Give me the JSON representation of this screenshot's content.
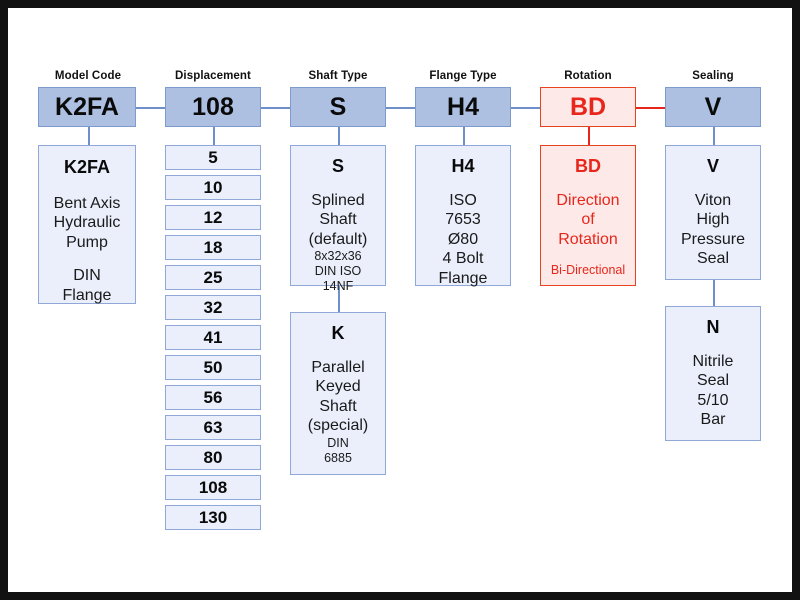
{
  "diagram": {
    "title_visible": false,
    "colors": {
      "header_fill": "#adc0e2",
      "header_border": "#7e9bcd",
      "box_fill": "#eaeffb",
      "box_border": "#8fa8d8",
      "connector": "#6f8fcb",
      "accent_red": "#e8271c",
      "accent_red_fill": "#fdeae8",
      "accent_red_border": "#e8431f",
      "frame": "#111111"
    },
    "columns": [
      {
        "id": "model-code",
        "title": "Model Code",
        "selected_code": "K2FA",
        "options": [
          {
            "code": "K2FA",
            "desc_lines": [
              "Bent Axis",
              "Hydraulic",
              "Pump"
            ],
            "extra_lines": [
              "DIN",
              "Flange"
            ],
            "fine_lines": []
          }
        ]
      },
      {
        "id": "displacement",
        "title": "Displacement",
        "selected_code": "108",
        "options": [
          {
            "code": "5",
            "desc_lines": [],
            "extra_lines": [],
            "fine_lines": []
          },
          {
            "code": "10",
            "desc_lines": [],
            "extra_lines": [],
            "fine_lines": []
          },
          {
            "code": "12",
            "desc_lines": [],
            "extra_lines": [],
            "fine_lines": []
          },
          {
            "code": "18",
            "desc_lines": [],
            "extra_lines": [],
            "fine_lines": []
          },
          {
            "code": "25",
            "desc_lines": [],
            "extra_lines": [],
            "fine_lines": []
          },
          {
            "code": "32",
            "desc_lines": [],
            "extra_lines": [],
            "fine_lines": []
          },
          {
            "code": "41",
            "desc_lines": [],
            "extra_lines": [],
            "fine_lines": []
          },
          {
            "code": "50",
            "desc_lines": [],
            "extra_lines": [],
            "fine_lines": []
          },
          {
            "code": "56",
            "desc_lines": [],
            "extra_lines": [],
            "fine_lines": []
          },
          {
            "code": "63",
            "desc_lines": [],
            "extra_lines": [],
            "fine_lines": []
          },
          {
            "code": "80",
            "desc_lines": [],
            "extra_lines": [],
            "fine_lines": []
          },
          {
            "code": "108",
            "desc_lines": [],
            "extra_lines": [],
            "fine_lines": []
          },
          {
            "code": "130",
            "desc_lines": [],
            "extra_lines": [],
            "fine_lines": []
          }
        ]
      },
      {
        "id": "shaft-type",
        "title": "Shaft Type",
        "selected_code": "S",
        "options": [
          {
            "code": "S",
            "desc_lines": [
              "Splined",
              "Shaft",
              "(default)"
            ],
            "extra_lines": [],
            "fine_lines": [
              "8x32x36",
              "DIN ISO",
              "14NF"
            ]
          },
          {
            "code": "K",
            "desc_lines": [
              "Parallel",
              "Keyed",
              "Shaft",
              "(special)"
            ],
            "extra_lines": [],
            "fine_lines": [
              "DIN",
              "6885"
            ]
          }
        ]
      },
      {
        "id": "flange-type",
        "title": "Flange Type",
        "selected_code": "H4",
        "options": [
          {
            "code": "H4",
            "desc_lines": [
              "ISO",
              "7653",
              "Ø80",
              "4 Bolt",
              "Flange"
            ],
            "extra_lines": [],
            "fine_lines": []
          }
        ]
      },
      {
        "id": "rotation",
        "title": "Rotation",
        "selected_code": "BD",
        "highlight": true,
        "options": [
          {
            "code": "BD",
            "desc_lines": [
              "Direction",
              "of",
              "Rotation"
            ],
            "extra_lines": [],
            "fine_lines": [
              "Bi-Directional"
            ]
          }
        ]
      },
      {
        "id": "sealing",
        "title": "Sealing",
        "selected_code": "V",
        "options": [
          {
            "code": "V",
            "desc_lines": [
              "Viton",
              "High",
              "Pressure",
              "Seal"
            ],
            "extra_lines": [],
            "fine_lines": []
          },
          {
            "code": "N",
            "desc_lines": [
              "Nitrile",
              "Seal",
              "5/10",
              "Bar"
            ],
            "extra_lines": [],
            "fine_lines": []
          }
        ]
      }
    ]
  }
}
